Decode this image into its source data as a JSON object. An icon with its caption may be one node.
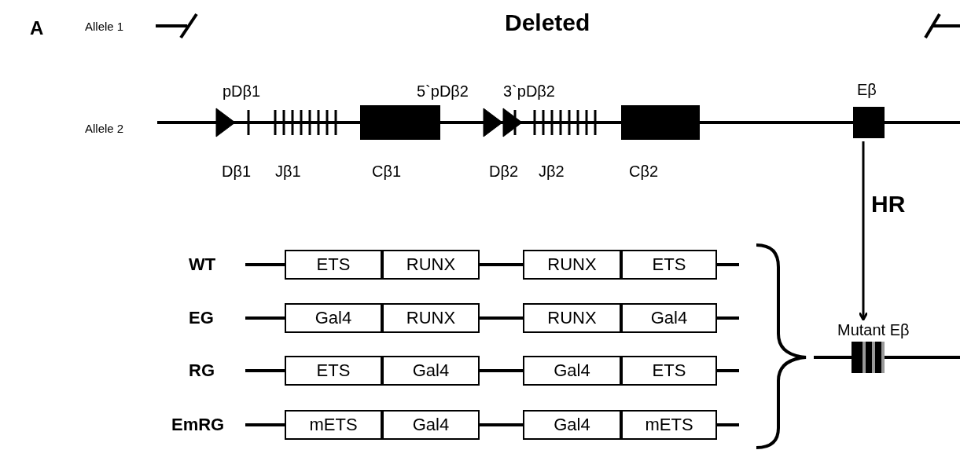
{
  "diagram": {
    "nodes": [
      {
        "text": [
          "Cβ1"
        ]
      },
      {
        "text": [
          "Cβ2"
        ]
      },
      {
        "text": [
          "Eβ"
        ]
      },
      {
        "text": [
          "Mutant Eβ"
        ]
      },
      {
        "text": [
          "ETS"
        ]
      },
      {
        "text": [
          "RUNX"
        ]
      },
      {
        "text": [
          "RUNX"
        ]
      },
      {
        "text": [
          "ETS"
        ]
      },
      {
        "text": [
          "Gal4"
        ]
      },
      {
        "text": [
          "RUNX"
        ]
      },
      {
        "text": [
          "RUNX"
        ]
      },
      {
        "text": [
          "Gal4"
        ]
      },
      {
        "text": [
          "ETS"
        ]
      },
      {
        "text": [
          "Gal4"
        ]
      },
      {
        "text": [
          "Gal4"
        ]
      },
      {
        "text": [
          "ETS"
        ]
      },
      {
        "text": [
          "mETS"
        ]
      },
      {
        "text": [
          "Gal4"
        ]
      },
      {
        "text": [
          "Gal4"
        ]
      },
      {
        "text": [
          "mETS"
        ]
      }
    ],
    "edges": [
      {
        "from": 2,
        "to": 3,
        "arrow": "to",
        "label": "HR"
      }
    ],
    "labels": [
      "A",
      "Allele 1",
      "Deleted",
      "pDβ1",
      "5`pDβ2",
      "3`pDβ2",
      "Allele 2",
      "Dβ1",
      "Jβ1",
      "Dβ2",
      "Jβ2",
      "WT",
      "EG",
      "RG",
      "EmRG"
    ]
  }
}
